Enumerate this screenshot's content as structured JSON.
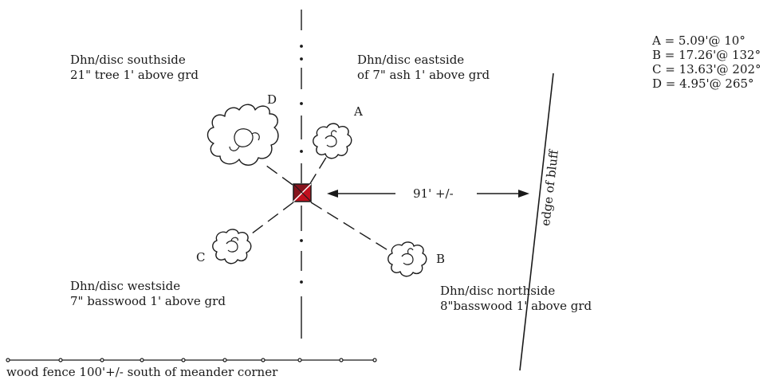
{
  "bearing_notes": [
    {
      "text": "Dhn/disc southside",
      "text2": "21\" tree 1' above grd"
    },
    {
      "text": "Dhn/disc eastside",
      "text2": "of 7\" ash 1' above grd"
    },
    {
      "text": "Dhn/disc westside",
      "text2": "7\" basswood 1' above grd"
    },
    {
      "text": "Dhn/disc northside",
      "text2": "8\"basswood 1' above grd"
    }
  ],
  "legend": [
    "A = 5.09'@ 10°",
    "B = 17.26'@ 132°",
    "C = 13.63'@ 202°",
    "D = 4.95'@ 265°"
  ],
  "tree_labels": {
    "a": "A",
    "b": "B",
    "c": "C",
    "d": "D"
  },
  "distance_label": "91' +/-",
  "bluff_label": "edge of bluff",
  "fence_label": "wood fence 100'+/- south of meander corner",
  "colors": {
    "monument": "#c0101e",
    "ink": "#1a1a1a"
  }
}
